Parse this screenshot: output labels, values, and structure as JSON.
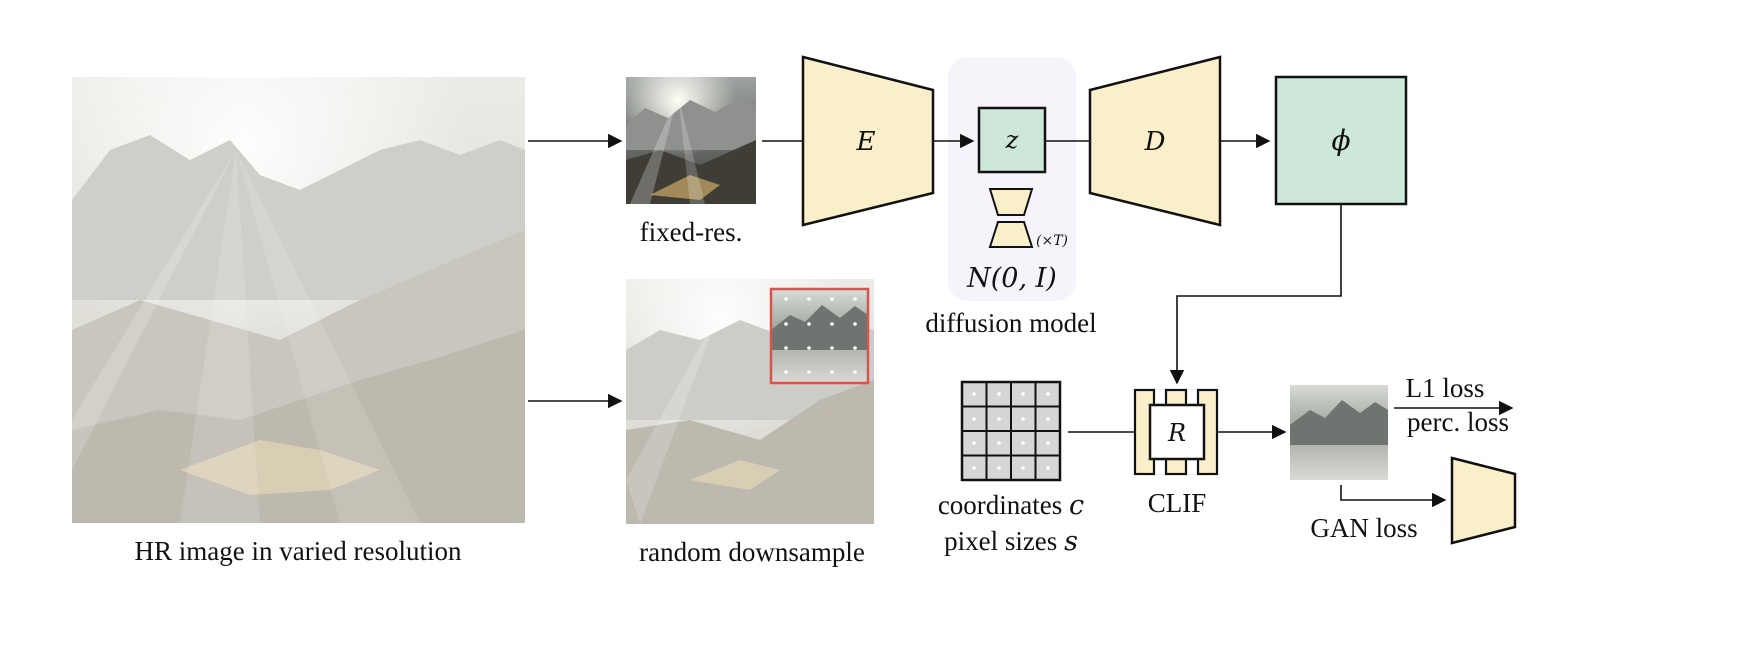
{
  "labels": {
    "hr_image": "HR image in varied resolution",
    "fixed_res": "fixed-res.",
    "random_downsample": "random downsample",
    "diffusion_model": "diffusion model",
    "coordinates_prefix": "coordinates ",
    "coordinates_var": "c",
    "pixel_sizes_prefix": "pixel sizes ",
    "pixel_sizes_var": "s",
    "clif": "CLIF",
    "l1_loss": "L1 loss",
    "perc_loss": "perc. loss",
    "gan_loss": "GAN loss"
  },
  "symbols": {
    "encoder": "E",
    "latent": "z",
    "decoder": "D",
    "phi": "ϕ",
    "renderer": "R",
    "noise": "N(0, I)",
    "steps": "(×T)"
  },
  "colors": {
    "encoder_fill": "#FAEFCB",
    "latent_fill": "#CDE8D8",
    "diffusion_bg": "#F6F3FA",
    "crop_border": "#D9534F",
    "stroke": "#111111"
  }
}
